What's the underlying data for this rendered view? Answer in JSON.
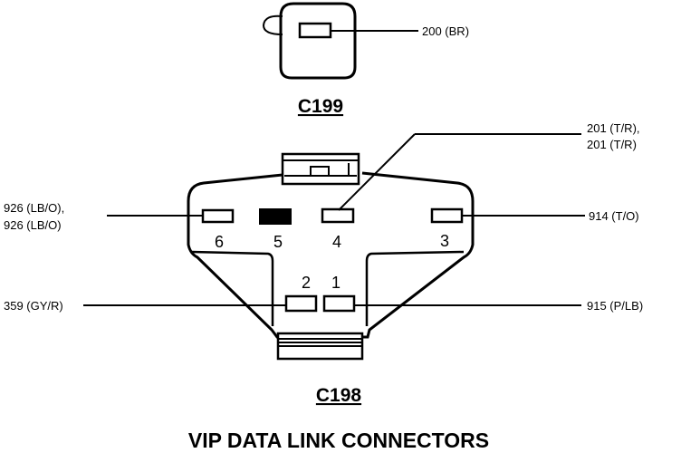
{
  "c199": {
    "name": "C199",
    "wire": "200 (BR)"
  },
  "c198": {
    "name": "C198",
    "pins": [
      "6",
      "5",
      "4",
      "3",
      "2",
      "1"
    ],
    "wires": {
      "pin4_line1": "201 (T/R),",
      "pin4_line2": "201 (T/R)",
      "pin6_line1": "926 (LB/O),",
      "pin6_line2": "926 (LB/O)",
      "pin3": "914 (T/O)",
      "pin2": "359 (GY/R)",
      "pin1": "915 (P/LB)"
    }
  },
  "title": "VIP DATA LINK CONNECTORS"
}
